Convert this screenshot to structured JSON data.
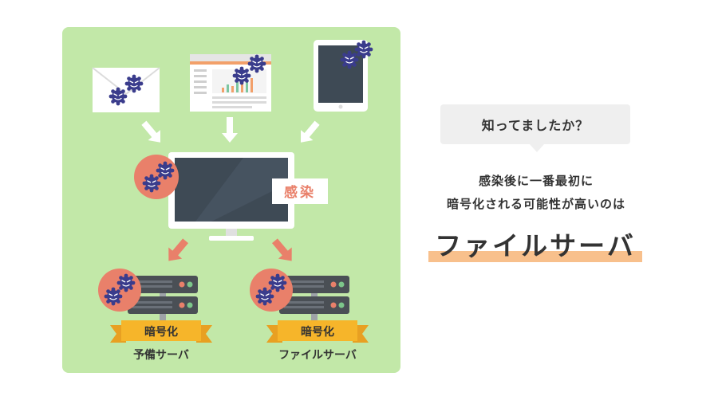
{
  "colors": {
    "panel_bg": "#c2e8a8",
    "accent_orange": "#e9806a",
    "ribbon_yellow": "#f6b52a",
    "monitor_dark": "#3e4a55",
    "virus_blue": "#3a3c8c",
    "highlight": "#f8c08c"
  },
  "diagram": {
    "infected_label": "感染",
    "left_server": {
      "badge": "暗号化",
      "name": "予備サーバ"
    },
    "right_server": {
      "badge": "暗号化",
      "name": "ファイルサーバ"
    }
  },
  "info": {
    "bubble_text": "知ってましたか？",
    "description_lines": [
      "感染後に一番最初に",
      "暗号化される可能性が高いのは"
    ],
    "answer": "ファイルサーバ"
  }
}
